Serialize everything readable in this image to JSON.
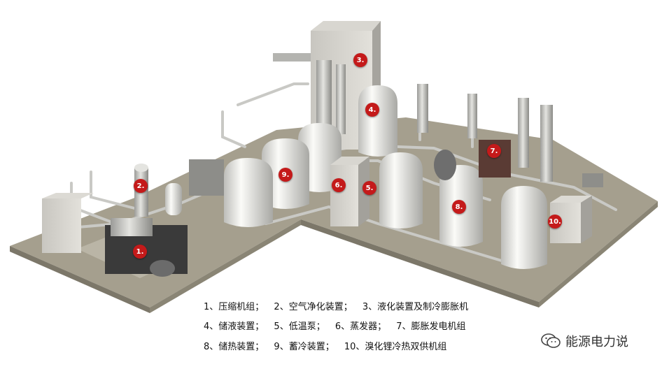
{
  "markers": [
    "1.",
    "2.",
    "3.",
    "4.",
    "5.",
    "6.",
    "7.",
    "8.",
    "9.",
    "10."
  ],
  "legend": {
    "line1": [
      "1、压缩机组；",
      "2、空气净化装置；",
      "3、液化装置及制冷膨胀机"
    ],
    "line2": [
      "4、储液装置；",
      "5、低温泵；",
      "6、蒸发器；",
      "7、膨胀发电机组"
    ],
    "line3": [
      "8、储热装置；",
      "9、蓄冷装置；",
      "10、溴化锂冷热双供机组"
    ]
  },
  "watermark": {
    "text": "能源电力说",
    "icon": "wechat-icon"
  },
  "colors": {
    "marker": "#c41a1a",
    "ground": "#a59f8e",
    "tank": "#eeeeeb"
  }
}
